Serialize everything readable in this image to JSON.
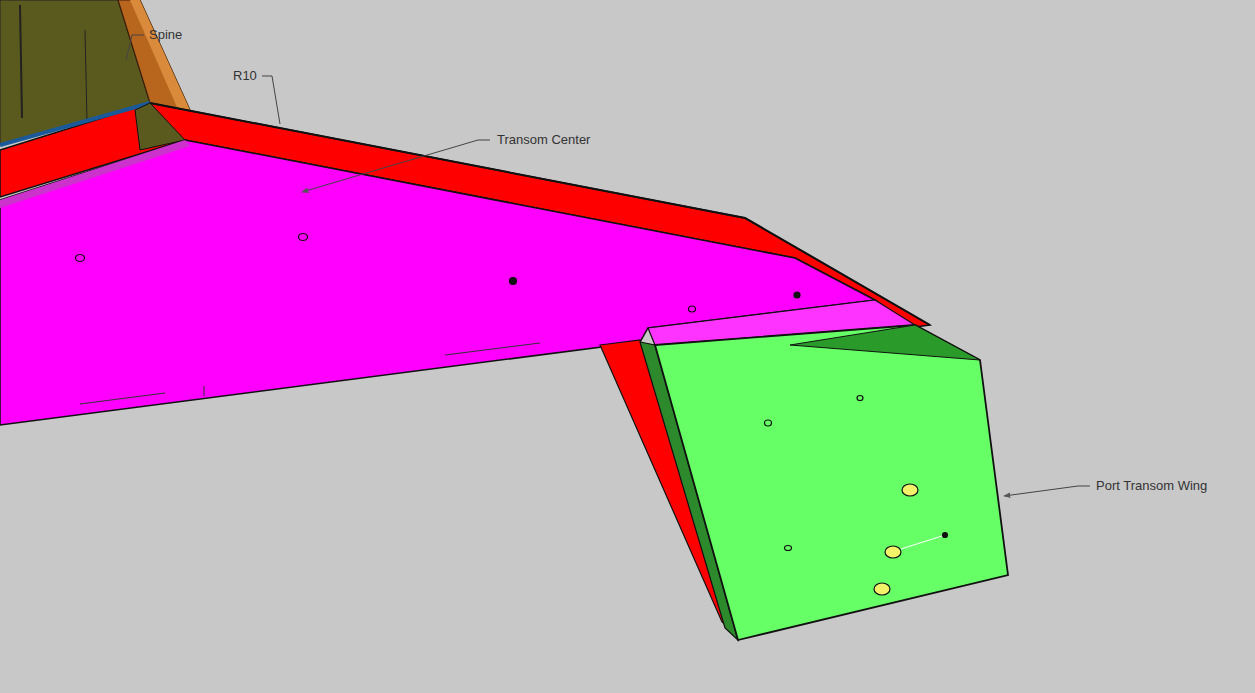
{
  "diagram": {
    "labels": [
      "Spine",
      "R10",
      "Transom Center",
      "Port Transom Wing"
    ]
  }
}
